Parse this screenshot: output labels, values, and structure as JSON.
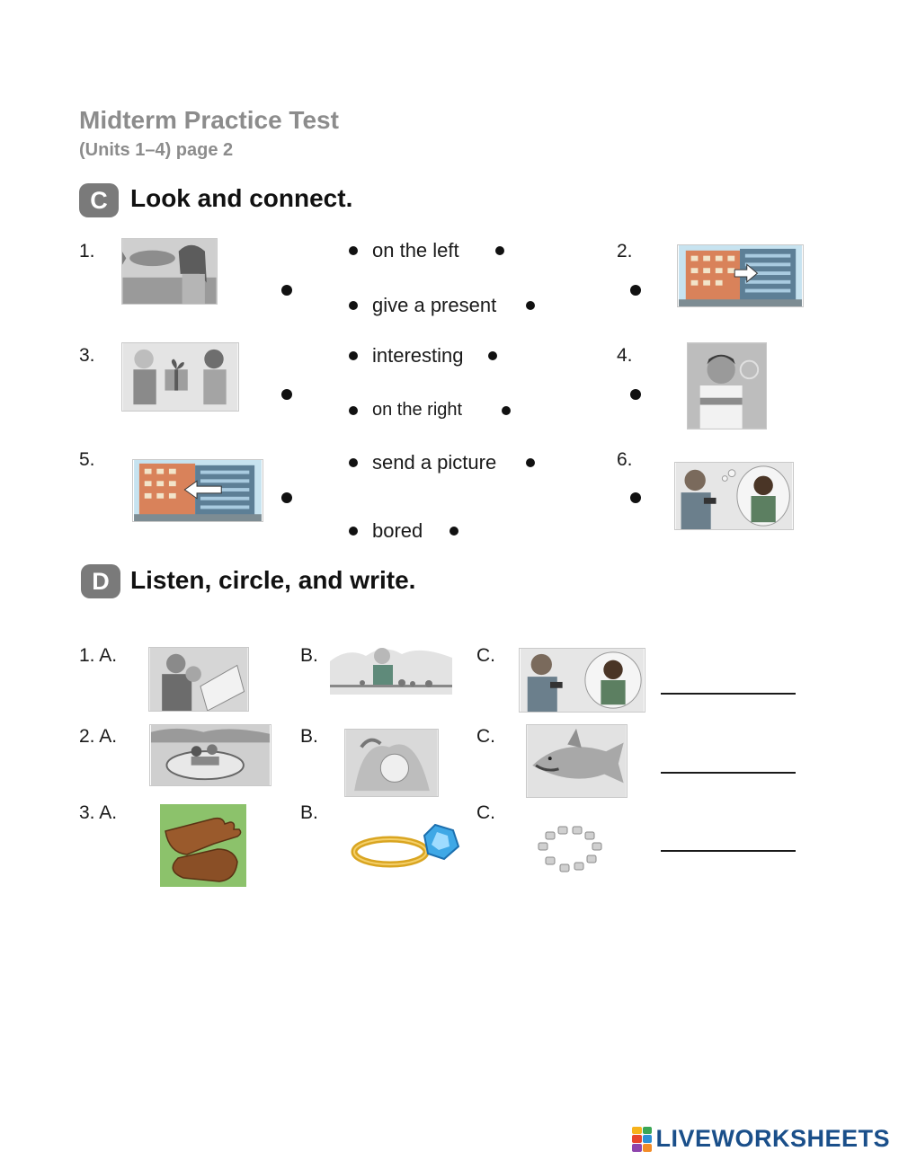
{
  "header": {
    "title": "Midterm Practice Test",
    "subtitle": "(Units 1–4) page 2"
  },
  "section_c": {
    "badge": "C",
    "title": "Look and connect.",
    "pictures": [
      {
        "number": "1.",
        "icon": "girl-fish-image"
      },
      {
        "number": "2.",
        "icon": "building-arrow-right-image"
      },
      {
        "number": "3.",
        "icon": "give-present-image"
      },
      {
        "number": "4.",
        "icon": "bored-boy-image"
      },
      {
        "number": "5.",
        "icon": "building-arrow-left-image"
      },
      {
        "number": "6.",
        "icon": "send-picture-image"
      }
    ],
    "phrases": [
      "on the left",
      "give a present",
      "interesting",
      "on the right",
      "send a picture",
      "bored"
    ]
  },
  "section_d": {
    "badge": "D",
    "title": "Listen, circle, and write.",
    "rows": [
      {
        "a_label": "1. A.",
        "b_label": "B.",
        "c_label": "C.",
        "a_icon": "couple-reading-image",
        "b_icon": "man-pieces-image",
        "c_icon": "send-picture-image"
      },
      {
        "a_label": "2. A.",
        "b_label": "B.",
        "c_label": "C.",
        "a_icon": "raft-image",
        "b_icon": "treasure-image",
        "c_icon": "shark-image"
      },
      {
        "a_label": "3. A.",
        "b_label": "B.",
        "c_label": "C.",
        "a_icon": "gloves-image",
        "b_icon": "ring-image",
        "c_icon": "necklace-image"
      }
    ]
  },
  "footer": {
    "logo_text": "LIVEWORKSHEETS",
    "logo_colors": [
      "#f6b21b",
      "#3aa655",
      "#e8452c",
      "#2d8fd5",
      "#8e44ad",
      "#f28c28"
    ]
  }
}
